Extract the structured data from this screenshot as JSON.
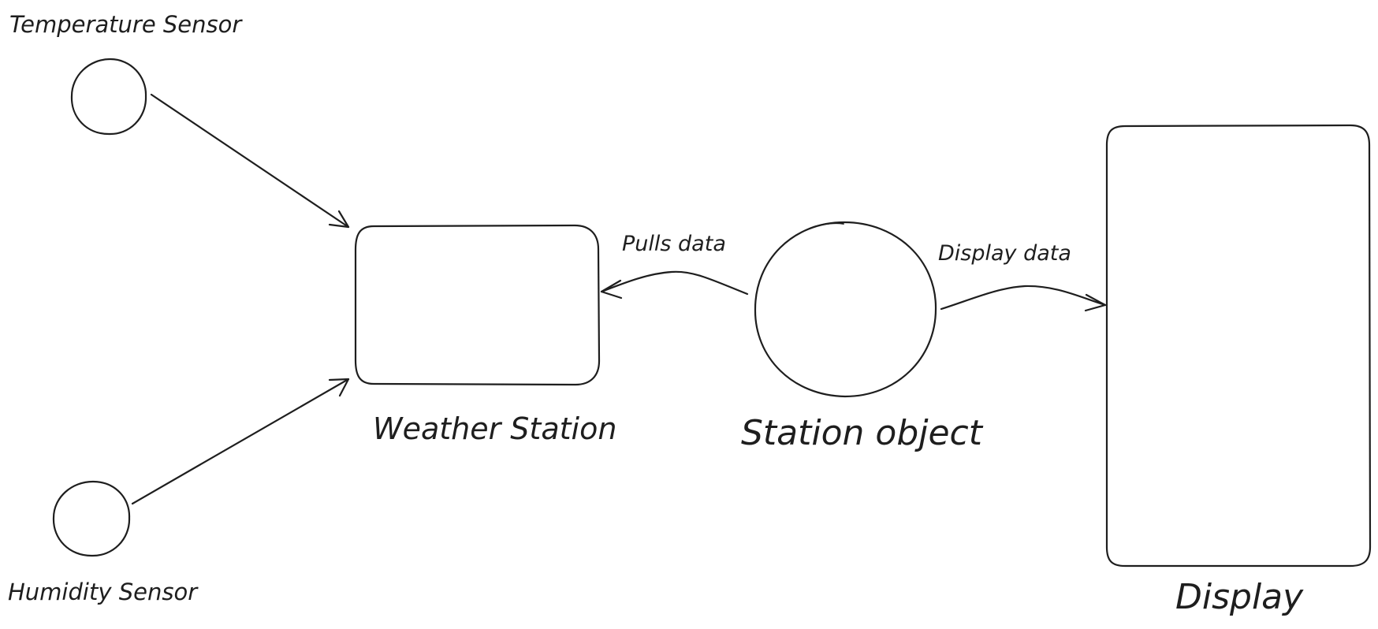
{
  "diagram": {
    "nodes": {
      "temperature_sensor": {
        "label": "Temperature Sensor",
        "shape": "circle"
      },
      "humidity_sensor": {
        "label": "Humidity Sensor",
        "shape": "circle"
      },
      "weather_station": {
        "label": "Weather Station",
        "shape": "rounded-rectangle"
      },
      "station_object": {
        "label": "Station object",
        "shape": "circle"
      },
      "display": {
        "label": "Display",
        "shape": "rounded-rectangle"
      }
    },
    "edges": {
      "temp_to_station": {
        "from": "Temperature Sensor",
        "to": "Weather Station",
        "label": ""
      },
      "humidity_to_station": {
        "from": "Humidity Sensor",
        "to": "Weather Station",
        "label": ""
      },
      "pulls_data": {
        "from": "Station object",
        "to": "Weather Station",
        "label": "Pulls data"
      },
      "display_data": {
        "from": "Station object",
        "to": "Display",
        "label": "Display data"
      }
    },
    "colors": {
      "stroke": "#1e1e1e",
      "background": "#ffffff"
    }
  }
}
